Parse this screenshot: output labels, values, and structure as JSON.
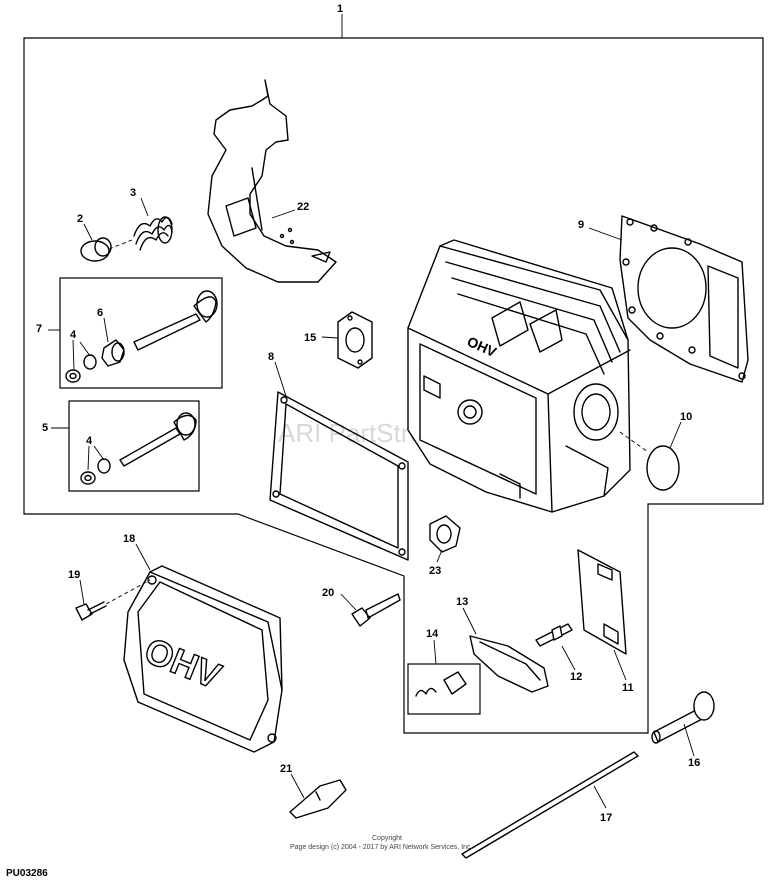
{
  "diagram_id": "PU03286",
  "watermark": "ARI PartStream™",
  "copyright": {
    "line1": "Copyright",
    "line2": "Page design (c) 2004 - 2017 by ARI Network Services, Inc."
  },
  "embossed_text": {
    "valve_cover": "OHV",
    "cylinder_head": "OHV"
  },
  "callouts": {
    "c1": "1",
    "c2": "2",
    "c3": "3",
    "c4a": "4",
    "c4b": "4",
    "c5": "5",
    "c6": "6",
    "c7": "7",
    "c8": "8",
    "c9": "9",
    "c10": "10",
    "c11": "11",
    "c12": "12",
    "c13": "13",
    "c14": "14",
    "c15": "15",
    "c16": "16",
    "c17": "17",
    "c18": "18",
    "c19": "19",
    "c20": "20",
    "c21": "21",
    "c22": "22",
    "c23": "23"
  }
}
